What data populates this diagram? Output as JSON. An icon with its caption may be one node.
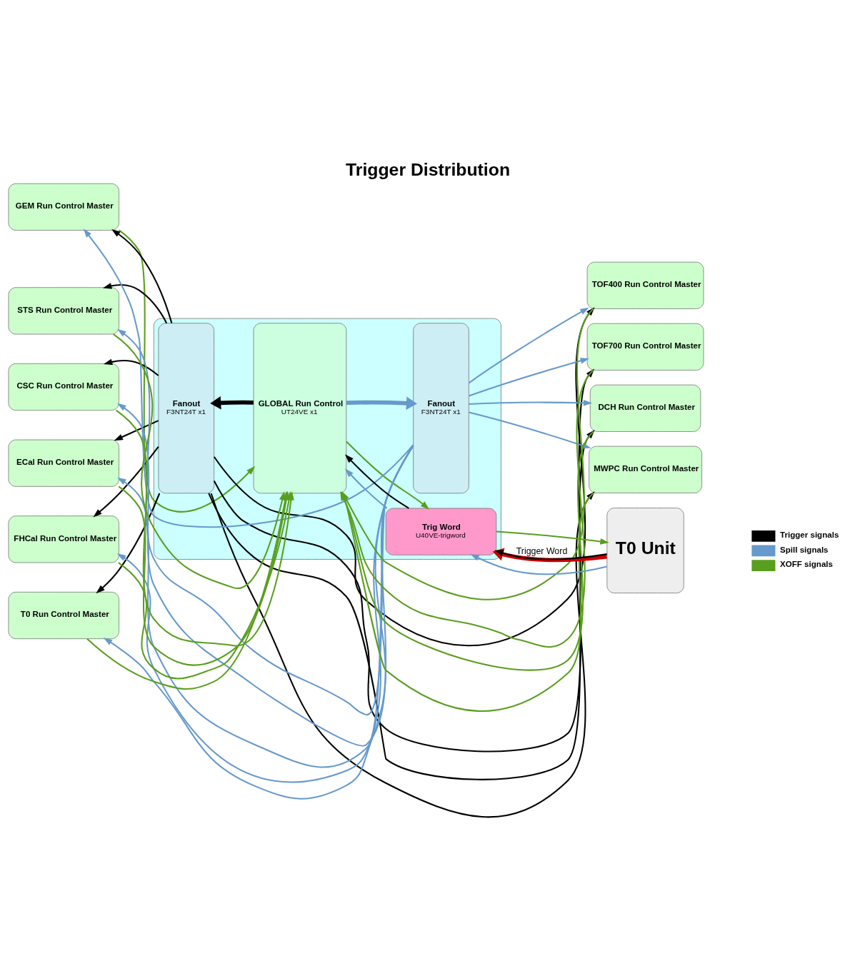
{
  "diagram": {
    "title": "Trigger Distribution",
    "nodes": [
      {
        "text": [
          "GEM Run Control Master"
        ]
      },
      {
        "text": [],
        "shape": "box"
      },
      {
        "text": [
          "Fanout",
          "F3NT24T x1"
        ],
        "in": 1
      },
      {
        "text": [
          "GLOBAL Run Control",
          "UT24VE x1"
        ],
        "in": 1
      },
      {
        "text": [
          "Fanout",
          "F3NT24T x1"
        ],
        "in": 1
      },
      {
        "text": [
          "Trig Word",
          "U40VE-trigword"
        ],
        "in": 1
      },
      {
        "text": [
          "TOF400 Run Control Master"
        ]
      },
      {
        "text": [
          "STS Run Control Master"
        ]
      },
      {
        "text": [
          "TOF700 Run Control Master"
        ]
      },
      {
        "text": [
          "CSC Run Control Master"
        ]
      },
      {
        "text": [
          "DCH Run Control Master"
        ]
      },
      {
        "text": [
          "ECal Run Control Master"
        ]
      },
      {
        "text": [
          "MWPC Run Control Master"
        ]
      },
      {
        "text": [
          "FHCal Run Control Master"
        ]
      },
      {
        "text": [
          "T0 Run Control Master"
        ]
      },
      {
        "text": [
          "T0 Unit"
        ]
      }
    ],
    "edges": [
      {
        "from": 4,
        "to": 0,
        "arrow": "to",
        "color": "#6699cc"
      },
      {
        "from": 4,
        "to": 6,
        "arrow": "to",
        "color": "#6699cc"
      },
      {
        "from": 2,
        "to": 0,
        "arrow": "to",
        "color": "#000000"
      },
      {
        "from": 2,
        "to": 6,
        "arrow": "to",
        "color": "#000000"
      },
      {
        "from": 0,
        "to": 3,
        "arrow": "to",
        "color": "#5a9e1e"
      },
      {
        "from": 6,
        "to": 3,
        "arrow": "to",
        "color": "#5a9e1e"
      },
      {
        "from": 4,
        "to": 7,
        "arrow": "to",
        "color": "#6699cc"
      },
      {
        "from": 4,
        "to": 8,
        "arrow": "to",
        "color": "#6699cc"
      },
      {
        "from": 2,
        "to": 7,
        "arrow": "to",
        "color": "#000000"
      },
      {
        "from": 2,
        "to": 8,
        "arrow": "to",
        "color": "#000000"
      },
      {
        "from": 7,
        "to": 3,
        "arrow": "to",
        "color": "#5a9e1e"
      },
      {
        "from": 8,
        "to": 3,
        "arrow": "to",
        "color": "#5a9e1e"
      },
      {
        "from": 3,
        "to": 2,
        "arrow": "to",
        "style": "thick",
        "color": "#000000"
      },
      {
        "from": 3,
        "to": 4,
        "arrow": "to",
        "style": "thick",
        "color": "#6699cc"
      },
      {
        "from": 4,
        "to": 9,
        "arrow": "to",
        "color": "#6699cc"
      },
      {
        "from": 4,
        "to": 10,
        "arrow": "to",
        "color": "#6699cc"
      },
      {
        "from": 2,
        "to": 9,
        "arrow": "to",
        "color": "#000000"
      },
      {
        "from": 2,
        "to": 10,
        "arrow": "to",
        "color": "#000000"
      },
      {
        "from": 9,
        "to": 3,
        "arrow": "to",
        "color": "#5a9e1e"
      },
      {
        "from": 10,
        "to": 3,
        "arrow": "to",
        "color": "#5a9e1e"
      },
      {
        "from": 4,
        "to": 11,
        "arrow": "to",
        "color": "#6699cc"
      },
      {
        "from": 4,
        "to": 12,
        "arrow": "to",
        "color": "#6699cc"
      },
      {
        "from": 2,
        "to": 11,
        "arrow": "to",
        "color": "#000000"
      },
      {
        "from": 2,
        "to": 12,
        "arrow": "to",
        "color": "#000000"
      },
      {
        "from": 11,
        "to": 3,
        "arrow": "to",
        "color": "#5a9e1e"
      },
      {
        "from": 12,
        "to": 3,
        "arrow": "to",
        "color": "#5a9e1e"
      },
      {
        "from": 4,
        "to": 13,
        "arrow": "to",
        "color": "#6699cc"
      },
      {
        "from": 2,
        "to": 13,
        "arrow": "to",
        "color": "#000000"
      },
      {
        "from": 13,
        "to": 3,
        "arrow": "to",
        "color": "#5a9e1e"
      },
      {
        "from": 15,
        "to": 5,
        "arrow": "to",
        "label": "Trigger Word",
        "style": "thick",
        "color": "#cc0000"
      },
      {
        "from": 4,
        "to": 14,
        "arrow": "to",
        "color": "#6699cc"
      },
      {
        "from": 15,
        "to": 5,
        "arrow": "to",
        "color": "#6699cc"
      },
      {
        "from": 5,
        "to": 3,
        "arrow": "to",
        "color": "#6699cc"
      },
      {
        "from": 2,
        "to": 14,
        "arrow": "to",
        "color": "#000000"
      },
      {
        "from": 15,
        "to": 5,
        "arrow": "to",
        "color": "#000000"
      },
      {
        "from": 5,
        "to": 3,
        "arrow": "to",
        "color": "#000000"
      },
      {
        "from": 14,
        "to": 3,
        "arrow": "to",
        "color": "#5a9e1e"
      },
      {
        "from": 3,
        "to": 5,
        "arrow": "to",
        "color": "#5a9e1e"
      },
      {
        "from": 5,
        "to": 15,
        "arrow": "to",
        "color": "#5a9e1e"
      }
    ],
    "legend": [
      {
        "text": "Trigger signals",
        "color": "#000000"
      },
      {
        "text": "Spill signals",
        "color": "#6699cc"
      },
      {
        "text": "XOFF signals",
        "color": "#5a9e1e"
      }
    ]
  }
}
